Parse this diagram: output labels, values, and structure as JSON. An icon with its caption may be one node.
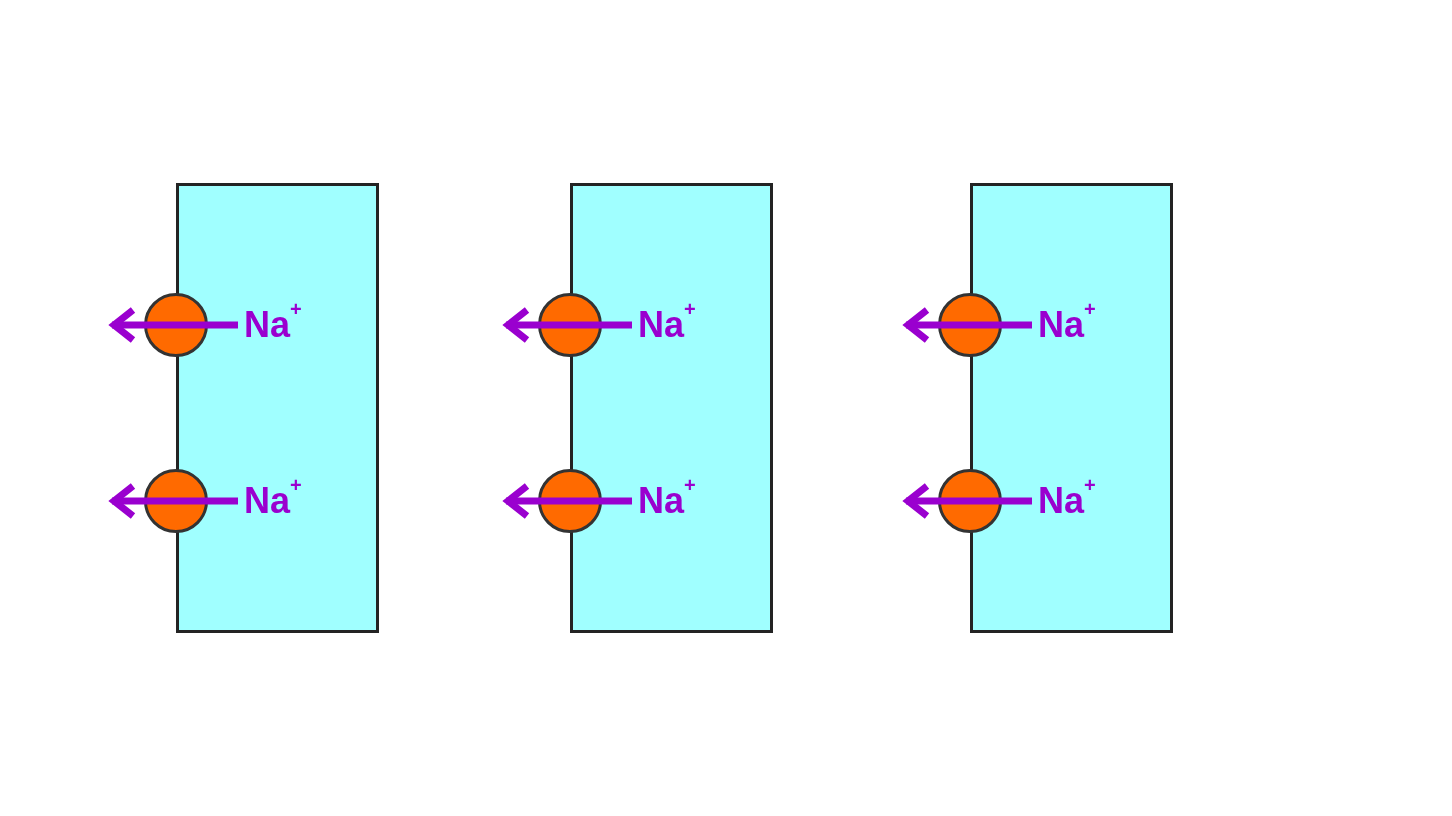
{
  "diagram": {
    "nodes": [
      {
        "text": [],
        "shape": "box"
      },
      {
        "text": [],
        "shape": "circle"
      },
      {
        "text": [
          "Na$^{+}$"
        ],
        "in": 0
      },
      {
        "text": [],
        "shape": "circle"
      },
      {
        "text": [
          "Na$^{+}$"
        ],
        "in": 0
      },
      {
        "text": [],
        "shape": "box"
      },
      {
        "text": [],
        "shape": "circle"
      },
      {
        "text": [
          "Na$^{+}$"
        ],
        "in": 5
      },
      {
        "text": [],
        "shape": "circle"
      },
      {
        "text": [
          "Na$^{+}$"
        ],
        "in": 5
      },
      {
        "text": [],
        "shape": "box"
      },
      {
        "text": [],
        "shape": "circle"
      },
      {
        "text": [
          "Na$^{+}$"
        ],
        "in": 10
      },
      {
        "text": [],
        "shape": "circle"
      },
      {
        "text": [
          "Na$^{+}$"
        ],
        "in": 10
      }
    ],
    "edges": [
      {
        "from": 2,
        "to": 1,
        "arrow": "to"
      },
      {
        "from": 4,
        "to": 3,
        "arrow": "to"
      },
      {
        "from": 7,
        "to": 6,
        "arrow": "to"
      },
      {
        "from": 9,
        "to": 8,
        "arrow": "to"
      },
      {
        "from": 12,
        "to": 11,
        "arrow": "to"
      },
      {
        "from": 14,
        "to": 13,
        "arrow": "to"
      }
    ]
  }
}
